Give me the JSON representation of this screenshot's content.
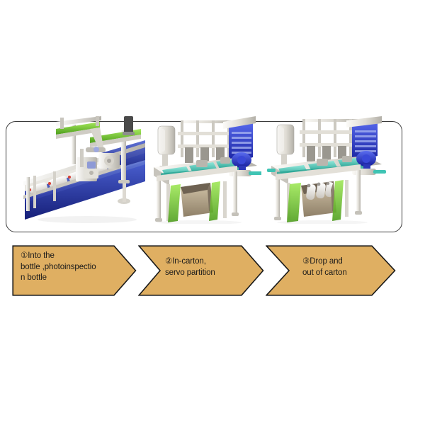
{
  "panel": {
    "name": "process-photo-panel",
    "border_color": "#3a3a3a",
    "photos": [
      {
        "id": "photo-bottle-infeed",
        "caption": "Bottle infeed conveyor with photoinspection gantry",
        "dominant_colors": [
          "#1e2a8f",
          "#93e04a",
          "#e8e6e0",
          "#ffffff"
        ]
      },
      {
        "id": "photo-in-carton-servo-partition",
        "caption": "In-carton servo partition station with empty carton",
        "dominant_colors": [
          "#27a696",
          "#1b24a8",
          "#9d8e74",
          "#e8e6e0"
        ]
      },
      {
        "id": "photo-drop-and-out-of-carton",
        "caption": "Drop station with bottles loaded in carton",
        "dominant_colors": [
          "#27a696",
          "#1b24a8",
          "#9d8e74",
          "#ffffff"
        ]
      }
    ]
  },
  "process": {
    "arrow_fill": "#dfaf62",
    "arrow_stroke": "#1a1a1a",
    "steps": [
      {
        "number": "①",
        "label": "①Into the\nbottle ,photoinspectio\nn bottle",
        "name": "step-1-into-the-bottle"
      },
      {
        "number": "②",
        "label": "②In-carton,\nservo partition",
        "name": "step-2-in-carton-servo-partition"
      },
      {
        "number": "③",
        "label": "③Drop and\nout of carton",
        "name": "step-3-drop-and-out-of-carton"
      }
    ]
  }
}
